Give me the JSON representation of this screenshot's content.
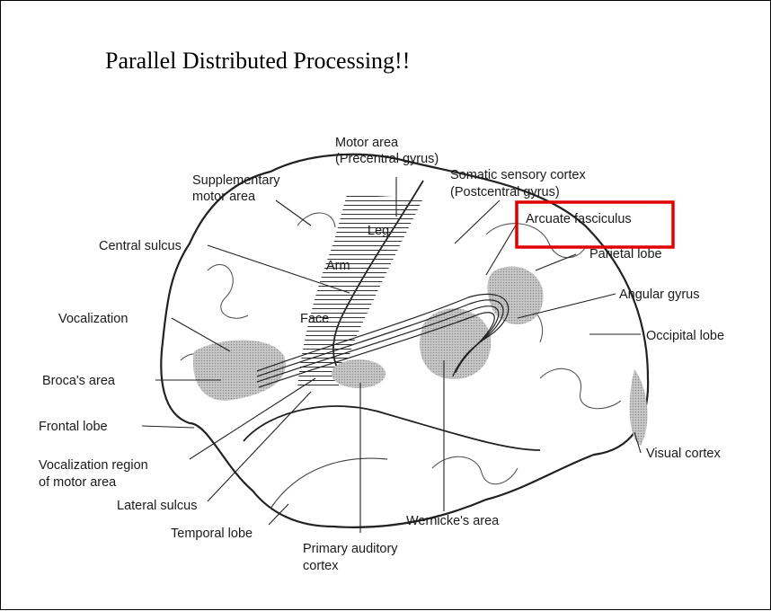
{
  "slide": {
    "title": "Parallel Distributed Processing!!"
  },
  "diagram": {
    "labels": {
      "motor_area_1": "Motor area",
      "motor_area_2": "(Precentral gyrus)",
      "somatic_1": "Somatic sensory cortex",
      "somatic_2": "(Postcentral gyrus)",
      "supp_1": "Supplementary",
      "supp_2": "motor area",
      "arcuate": "Arcuate fasciculus",
      "parietal": "Parietal lobe",
      "central_sulcus": "Central sulcus",
      "leg": "Leg",
      "arm": "Arm",
      "face": "Face",
      "angular": "Angular gyrus",
      "vocalization": "Vocalization",
      "occipital": "Occipital lobe",
      "broca": "Broca's area",
      "frontal": "Frontal lobe",
      "visual": "Visual cortex",
      "voc_region_1": "Vocalization region",
      "voc_region_2": "of motor area",
      "lateral": "Lateral sulcus",
      "wernicke": "Wernicke's area",
      "temporal": "Temporal lobe",
      "auditory_1": "Primary auditory",
      "auditory_2": "cortex"
    },
    "highlight_color": "#e00000"
  }
}
